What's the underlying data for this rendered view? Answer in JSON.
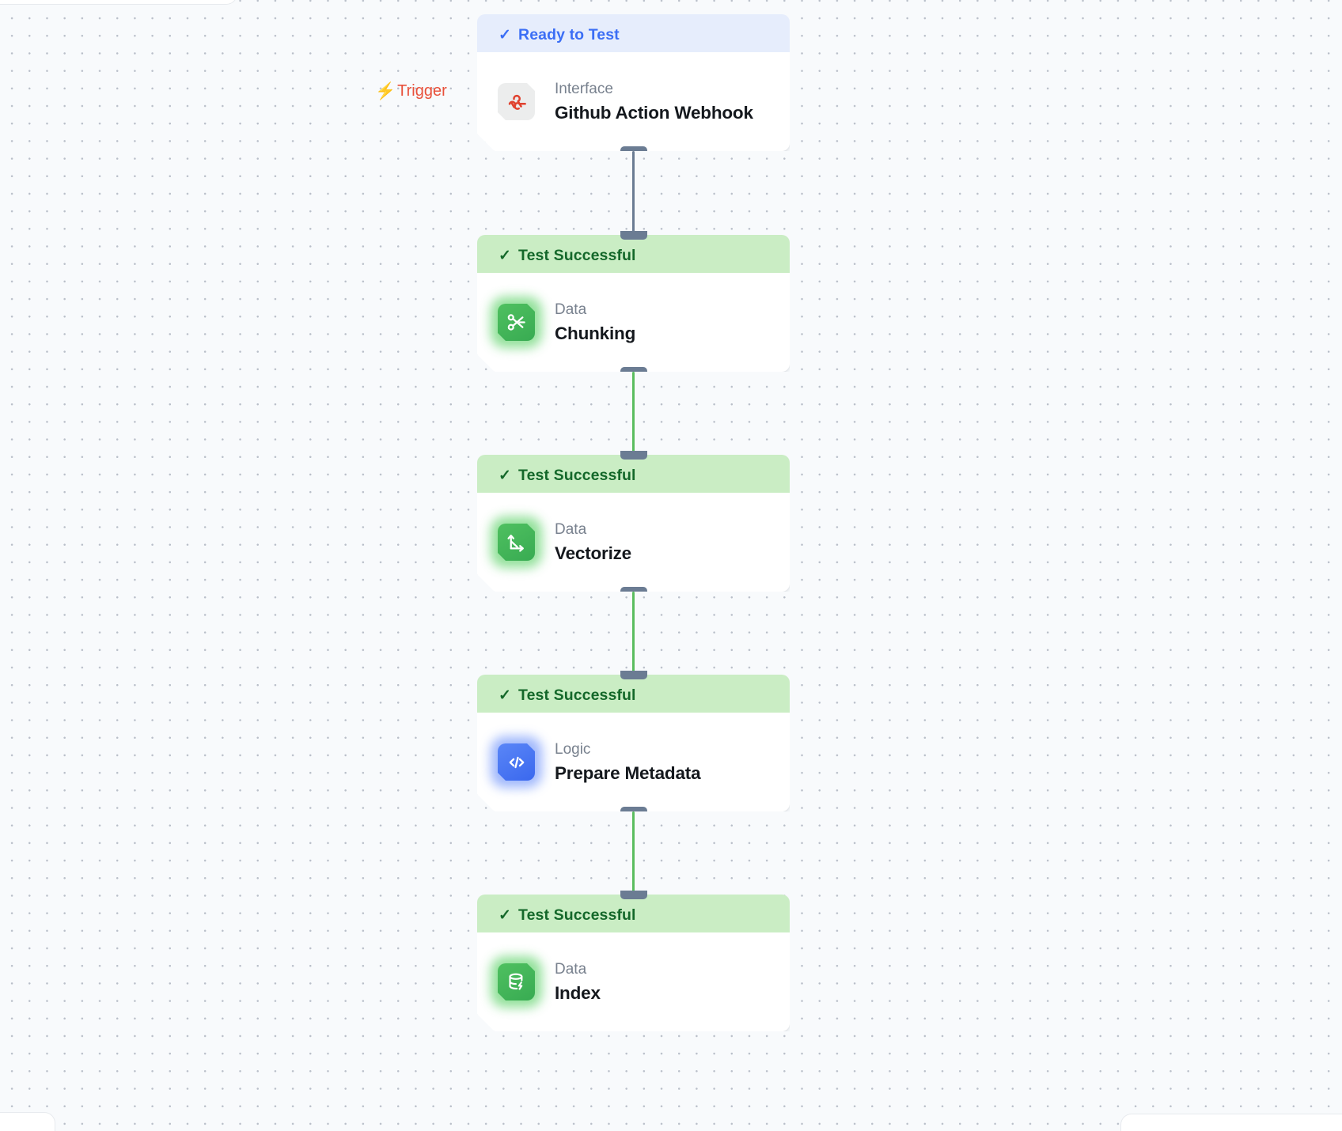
{
  "canvas": {
    "trigger_label": "Trigger",
    "trigger_icon": "lightning-bolt-icon",
    "accent_trigger": "#e8503a",
    "accent_ready": "#3b6ef5",
    "accent_success": "#14682a",
    "edge_color_pending": "#6b7c93",
    "edge_color_success": "#5bbd5f",
    "background": "#f8fafc"
  },
  "nodes": [
    {
      "status": "Ready to Test",
      "status_icon": "check-icon",
      "status_state": "ready",
      "kind": "Interface",
      "title": "Github Action Webhook",
      "icon": "webhook-icon",
      "icon_theme": "gray"
    },
    {
      "status": "Test Successful",
      "status_icon": "check-icon",
      "status_state": "success",
      "kind": "Data",
      "title": "Chunking",
      "icon": "scissors-icon",
      "icon_theme": "green"
    },
    {
      "status": "Test Successful",
      "status_icon": "check-icon",
      "status_state": "success",
      "kind": "Data",
      "title": "Vectorize",
      "icon": "vector-axes-icon",
      "icon_theme": "green"
    },
    {
      "status": "Test Successful",
      "status_icon": "check-icon",
      "status_state": "success",
      "kind": "Logic",
      "title": "Prepare Metadata",
      "icon": "code-brackets-icon",
      "icon_theme": "blue"
    },
    {
      "status": "Test Successful",
      "status_icon": "check-icon",
      "status_state": "success",
      "kind": "Data",
      "title": "Index",
      "icon": "database-bolt-icon",
      "icon_theme": "green"
    }
  ],
  "edges": [
    {
      "from": "Github Action Webhook",
      "to": "Chunking",
      "state": "pending"
    },
    {
      "from": "Chunking",
      "to": "Vectorize",
      "state": "success"
    },
    {
      "from": "Vectorize",
      "to": "Prepare Metadata",
      "state": "success"
    },
    {
      "from": "Prepare Metadata",
      "to": "Index",
      "state": "success"
    }
  ]
}
